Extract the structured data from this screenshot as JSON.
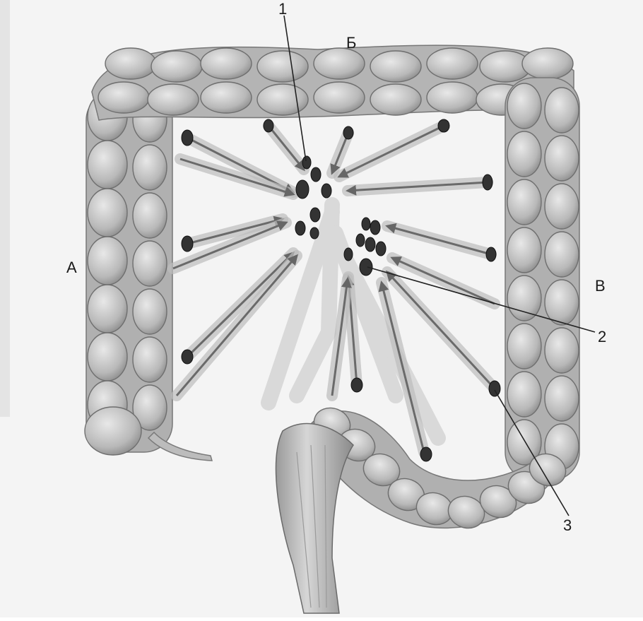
{
  "labels": {
    "a": "А",
    "b": "Б",
    "v": "В",
    "n1": "1",
    "n2": "2",
    "n3": "3"
  },
  "colors": {
    "background": "#f2f2f2",
    "colon_fill": "#c9c9c9",
    "colon_dark": "#8a8a8a",
    "node": "#3a3a3a",
    "arrow": "#7a7a7a",
    "vessel": "#d8d8d8"
  }
}
